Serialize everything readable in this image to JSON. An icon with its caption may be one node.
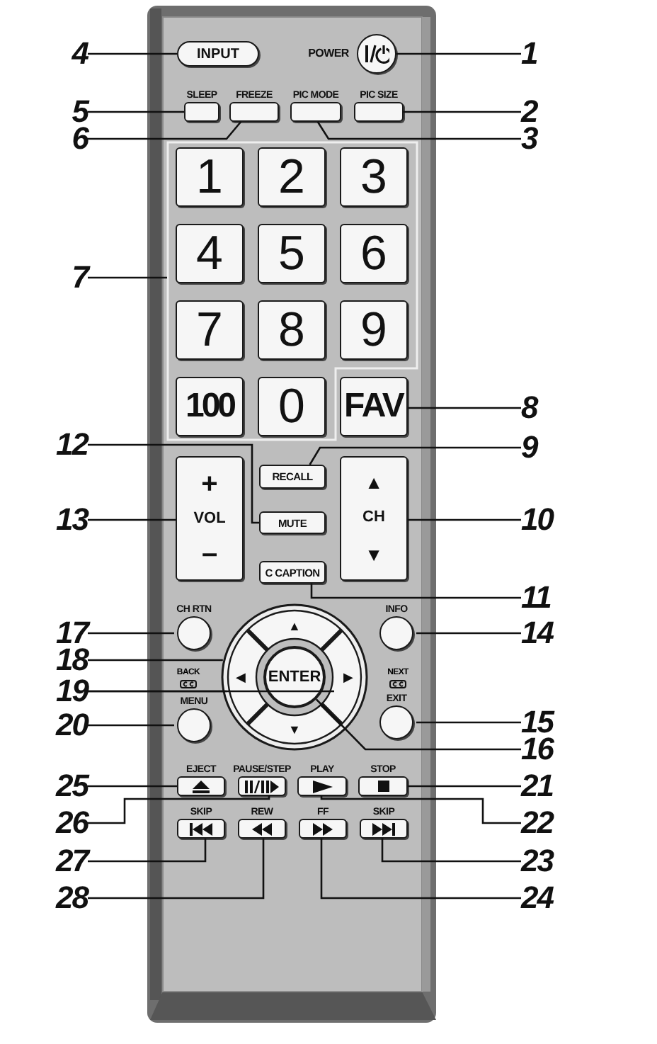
{
  "diagram": {
    "nodes": [
      {
        "text": [
          "4"
        ]
      },
      {
        "text": [
          "INPUT"
        ]
      },
      {
        "text": [
          "POWER"
        ]
      },
      {
        "text": [
          "1"
        ]
      },
      {
        "text": [
          "5"
        ]
      },
      {
        "text": [
          "SLEEP"
        ]
      },
      {
        "text": [
          "FREEZE"
        ]
      },
      {
        "text": [
          "PIC MODE"
        ]
      },
      {
        "text": [
          "PIC SIZE"
        ]
      },
      {
        "text": [
          "2"
        ]
      },
      {
        "text": [
          "6"
        ]
      },
      {
        "text": [
          "3"
        ]
      },
      {
        "text": [
          "7"
        ]
      },
      {
        "text": [],
        "shape": "box"
      },
      {
        "text": [
          "1"
        ],
        "in": 13
      },
      {
        "text": [
          "2"
        ],
        "in": 13
      },
      {
        "text": [
          "3"
        ],
        "in": 13
      },
      {
        "text": [
          "4"
        ],
        "in": 13
      },
      {
        "text": [
          "5"
        ],
        "in": 13
      },
      {
        "text": [
          "6"
        ],
        "in": 13
      },
      {
        "text": [
          "7"
        ],
        "in": 13
      },
      {
        "text": [
          "8"
        ],
        "in": 13
      },
      {
        "text": [
          "9"
        ],
        "in": 13
      },
      {
        "text": [
          "100"
        ],
        "in": 13
      },
      {
        "text": [
          "0"
        ],
        "in": 13
      },
      {
        "text": [
          "FAV"
        ]
      },
      {
        "text": [
          "8"
        ]
      },
      {
        "text": [
          "12"
        ]
      },
      {
        "text": [
          "9"
        ]
      },
      {
        "text": [
          "RECALL"
        ]
      },
      {
        "text": [
          "+",
          "VOL",
          "–"
        ]
      },
      {
        "text": [
          "▲",
          "CH",
          "▼"
        ]
      },
      {
        "text": [
          "13"
        ]
      },
      {
        "text": [
          "MUTE"
        ]
      },
      {
        "text": [
          "10"
        ]
      },
      {
        "text": [
          "C CAPTION"
        ]
      },
      {
        "text": [
          "11"
        ]
      },
      {
        "text": [
          "17"
        ]
      },
      {
        "text": [
          "CH RTN"
        ]
      },
      {
        "text": [
          "INFO"
        ]
      },
      {
        "text": [
          "14"
        ]
      },
      {
        "text": [
          "18"
        ]
      },
      {
        "text": [],
        "shape": "circle"
      },
      {
        "text": [
          "▲"
        ],
        "in": 42
      },
      {
        "text": [
          "◀"
        ],
        "in": 42
      },
      {
        "text": [
          "ENTER"
        ],
        "in": 42
      },
      {
        "text": [
          "▶"
        ],
        "in": 42
      },
      {
        "text": [
          "▼"
        ],
        "in": 42
      },
      {
        "text": [
          "19"
        ]
      },
      {
        "text": [
          "MENU"
        ]
      },
      {
        "text": [
          "20"
        ]
      },
      {
        "text": [
          "EXIT"
        ]
      },
      {
        "text": [
          "15"
        ]
      },
      {
        "text": [
          "16"
        ]
      },
      {
        "text": [
          "25"
        ]
      },
      {
        "text": [
          "EJECT"
        ]
      },
      {
        "text": [
          "PAUSE/STEP"
        ]
      },
      {
        "text": [
          "PLAY"
        ]
      },
      {
        "text": [
          "STOP"
        ]
      },
      {
        "text": [
          "21"
        ]
      },
      {
        "text": [
          "26"
        ]
      },
      {
        "text": [
          "22"
        ]
      },
      {
        "text": [
          "SKIP"
        ]
      },
      {
        "text": [
          "REW"
        ]
      },
      {
        "text": [
          "FF"
        ]
      },
      {
        "text": [
          "SKIP"
        ]
      },
      {
        "text": [
          "27"
        ]
      },
      {
        "text": [
          "23"
        ]
      },
      {
        "text": [
          "28"
        ]
      },
      {
        "text": [
          "24"
        ]
      }
    ],
    "edges": [
      {
        "from": 0,
        "to": 1,
        "arrow": "none"
      },
      {
        "from": 3,
        "to": 2,
        "arrow": "none"
      },
      {
        "from": 4,
        "to": 5,
        "arrow": "none"
      },
      {
        "from": 10,
        "to": 6,
        "arrow": "none"
      },
      {
        "from": 11,
        "to": 7,
        "arrow": "none"
      },
      {
        "from": 9,
        "to": 8,
        "arrow": "none"
      },
      {
        "from": 12,
        "to": 13,
        "arrow": "none"
      },
      {
        "from": 26,
        "to": 25,
        "arrow": "none"
      },
      {
        "from": 28,
        "to": 29,
        "arrow": "none"
      },
      {
        "from": 27,
        "to": 33,
        "arrow": "none"
      },
      {
        "from": 32,
        "to": 30,
        "arrow": "none"
      },
      {
        "from": 34,
        "to": 31,
        "arrow": "none"
      },
      {
        "from": 36,
        "to": 35,
        "arrow": "none"
      },
      {
        "from": 37,
        "to": 38,
        "arrow": "none"
      },
      {
        "from": 40,
        "to": 39,
        "arrow": "none"
      },
      {
        "from": 41,
        "to": 42,
        "arrow": "none"
      },
      {
        "from": 48,
        "to": 44,
        "arrow": "none"
      },
      {
        "from": 48,
        "to": 46,
        "arrow": "none"
      },
      {
        "from": 50,
        "to": 49,
        "arrow": "none"
      },
      {
        "from": 52,
        "to": 51,
        "arrow": "none"
      },
      {
        "from": 53,
        "to": 45,
        "arrow": "none"
      },
      {
        "from": 54,
        "to": 55,
        "arrow": "none"
      },
      {
        "from": 60,
        "to": 56,
        "arrow": "none"
      },
      {
        "from": 61,
        "to": 57,
        "arrow": "none"
      },
      {
        "from": 59,
        "to": 58,
        "arrow": "none"
      },
      {
        "from": 66,
        "to": 62,
        "arrow": "none"
      },
      {
        "from": 68,
        "to": 63,
        "arrow": "none"
      },
      {
        "from": 69,
        "to": 64,
        "arrow": "none"
      },
      {
        "from": 67,
        "to": 65,
        "arrow": "none"
      }
    ],
    "labels": [
      "BACK",
      "NEXT"
    ]
  }
}
